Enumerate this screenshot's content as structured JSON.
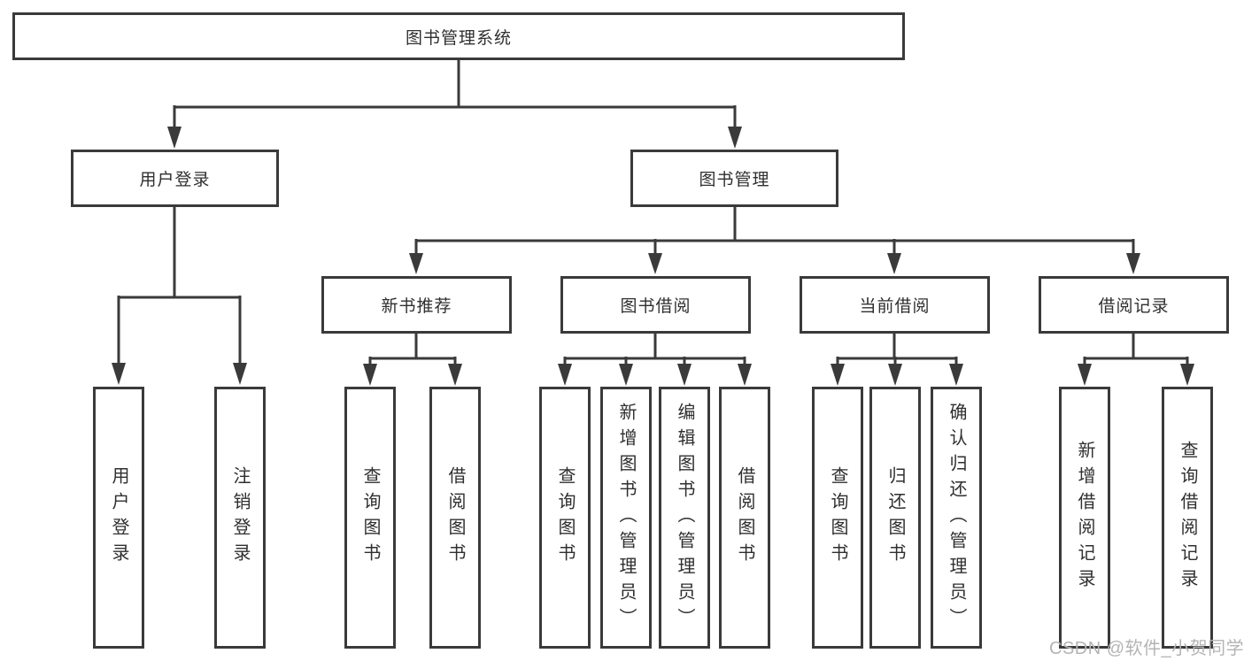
{
  "diagram": {
    "root": "图书管理系统",
    "branches": [
      {
        "label": "用户登录",
        "leaves": [
          "用户登录",
          "注销登录"
        ]
      },
      {
        "label": "图书管理",
        "groups": [
          {
            "label": "新书推荐",
            "leaves": [
              "查询图书",
              "借阅图书"
            ]
          },
          {
            "label": "图书借阅",
            "leaves": [
              "查询图书",
              "新增图书（管理员）",
              "编辑图书（管理员）",
              "借阅图书"
            ]
          },
          {
            "label": "当前借阅",
            "leaves": [
              "查询图书",
              "归还图书",
              "确认归还（管理员）"
            ]
          },
          {
            "label": "借阅记录",
            "leaves": [
              "新增借阅记录",
              "查询借阅记录"
            ]
          }
        ]
      }
    ]
  },
  "watermark": "CSDN @软件_小贺同学",
  "colors": {
    "line": "#3a3a3a",
    "text": "#2f2f2f",
    "watermark_text": "#b4b4b4",
    "background": "#ffffff"
  }
}
